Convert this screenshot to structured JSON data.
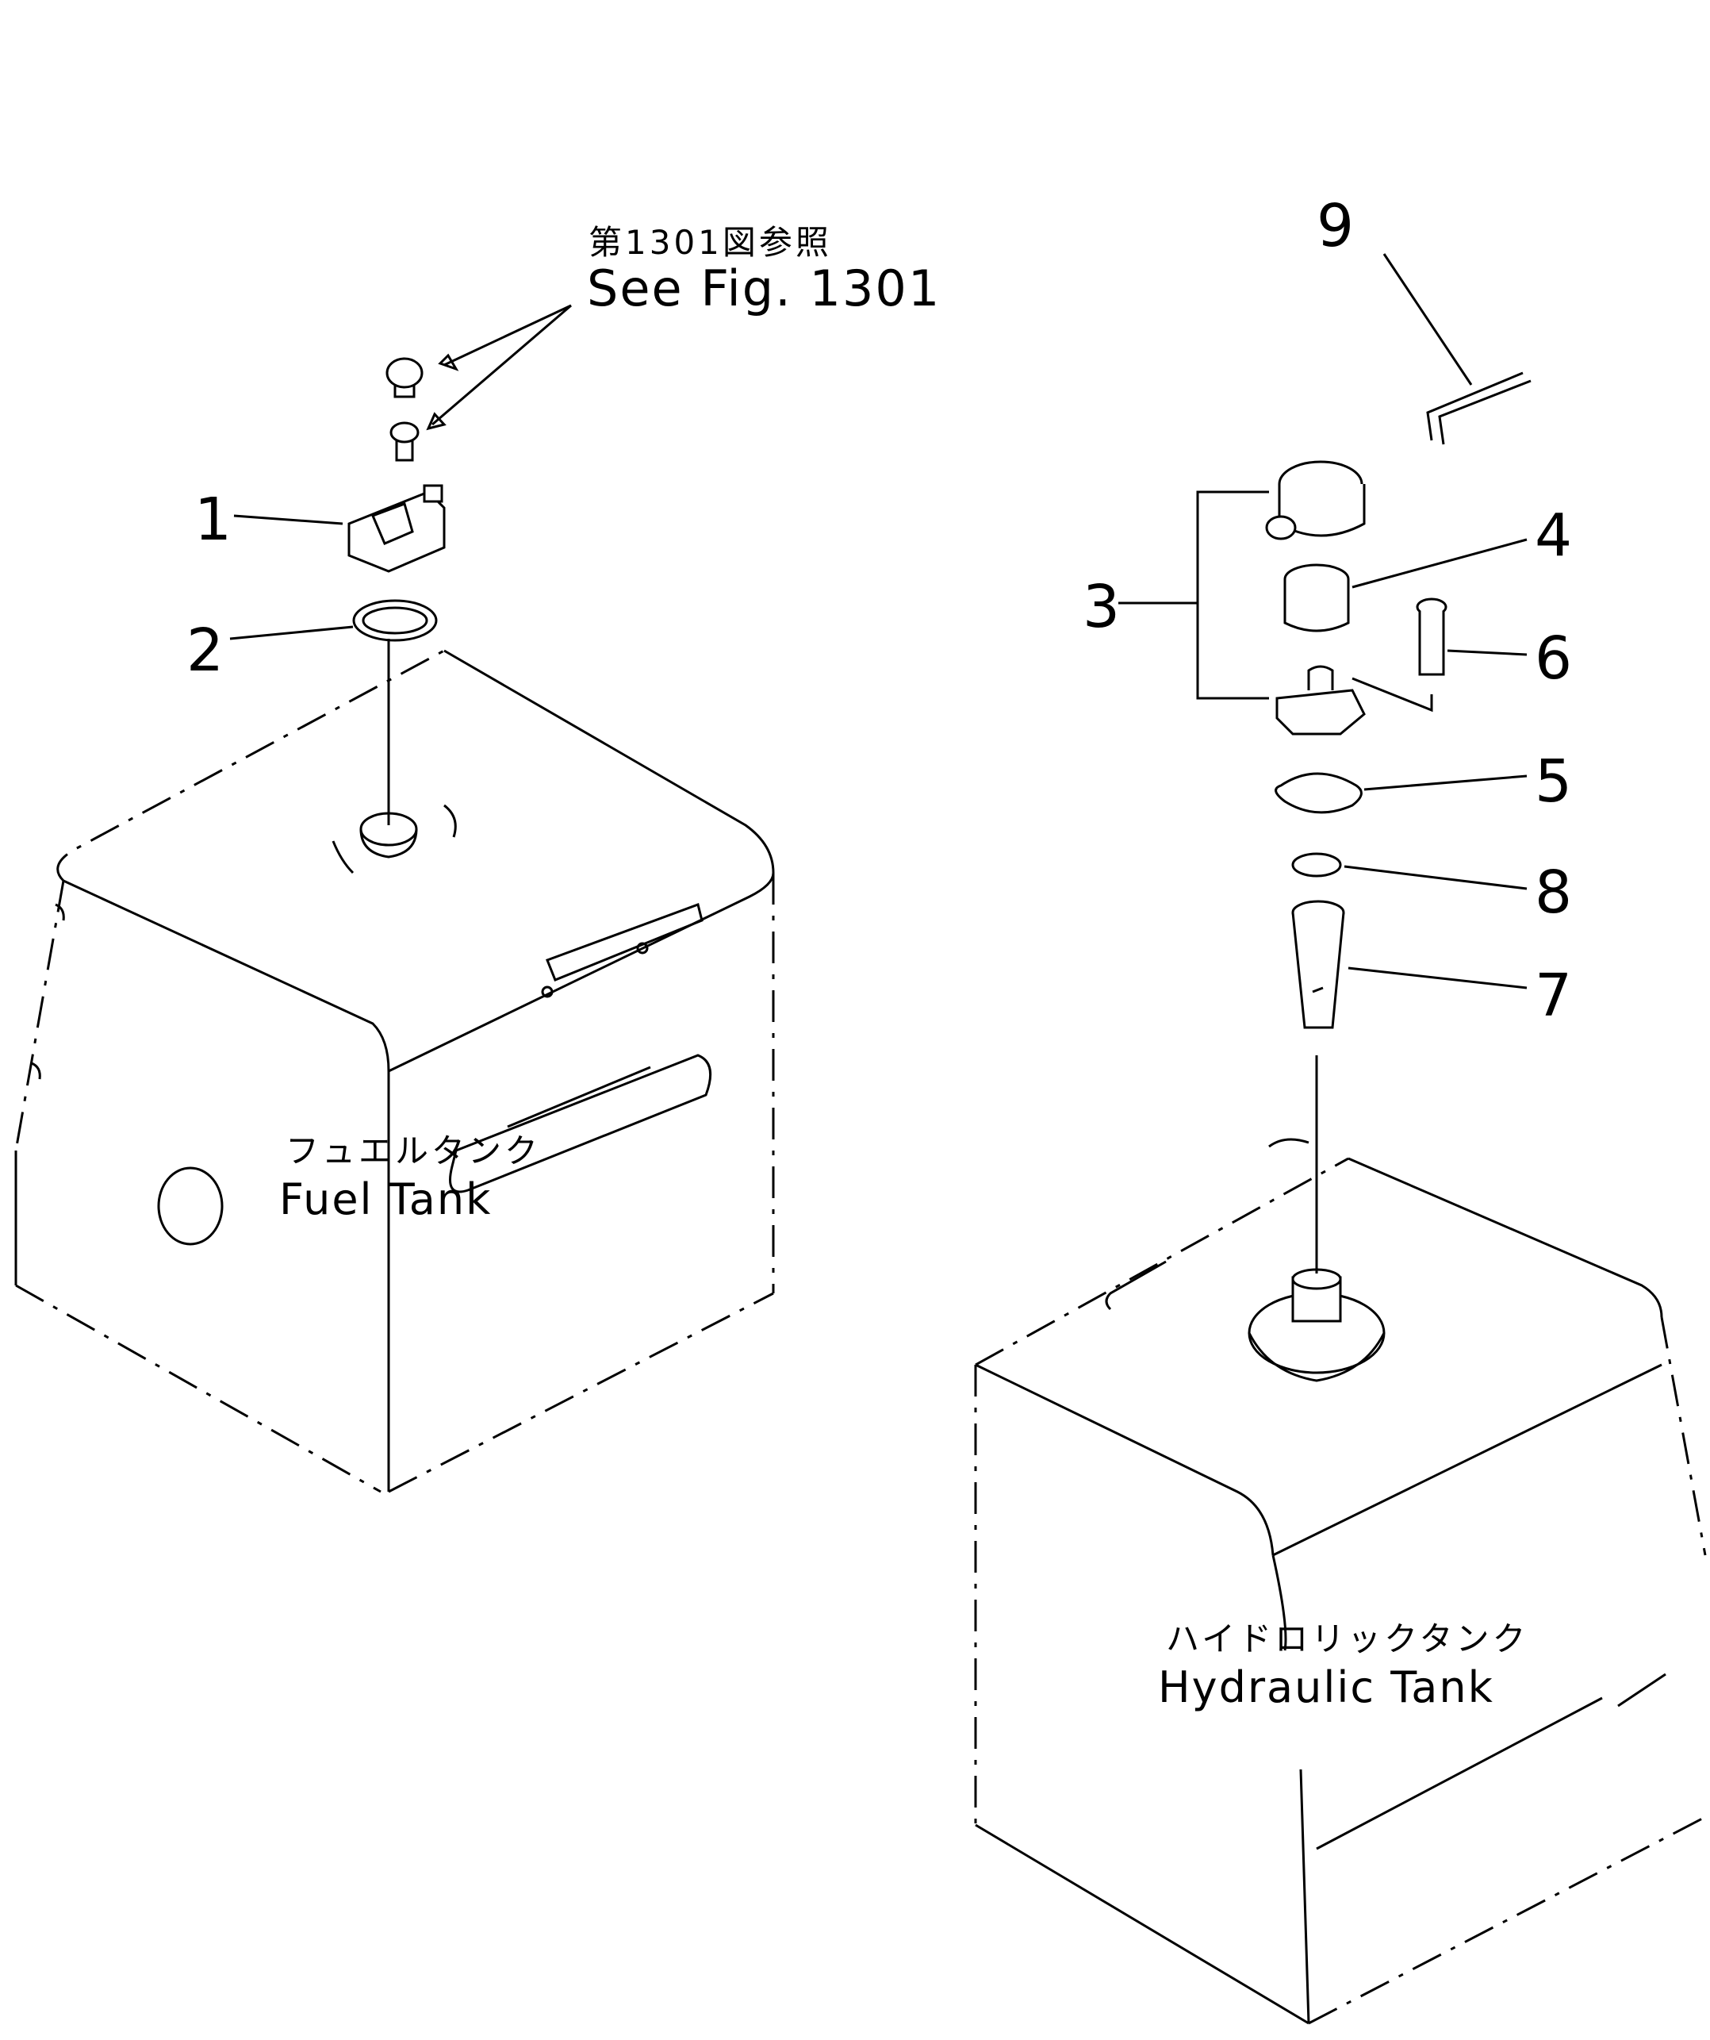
{
  "reference": {
    "jp": "第1301図参照",
    "en": "See Fig. 1301"
  },
  "tanks": {
    "fuel": {
      "jp": "フュエルタンク",
      "en": "Fuel  Tank"
    },
    "hydraulic": {
      "jp": "ハイドロリックタンク",
      "en": "Hydraulic  Tank"
    }
  },
  "callouts": [
    "1",
    "2",
    "3",
    "4",
    "5",
    "6",
    "7",
    "8",
    "9"
  ]
}
